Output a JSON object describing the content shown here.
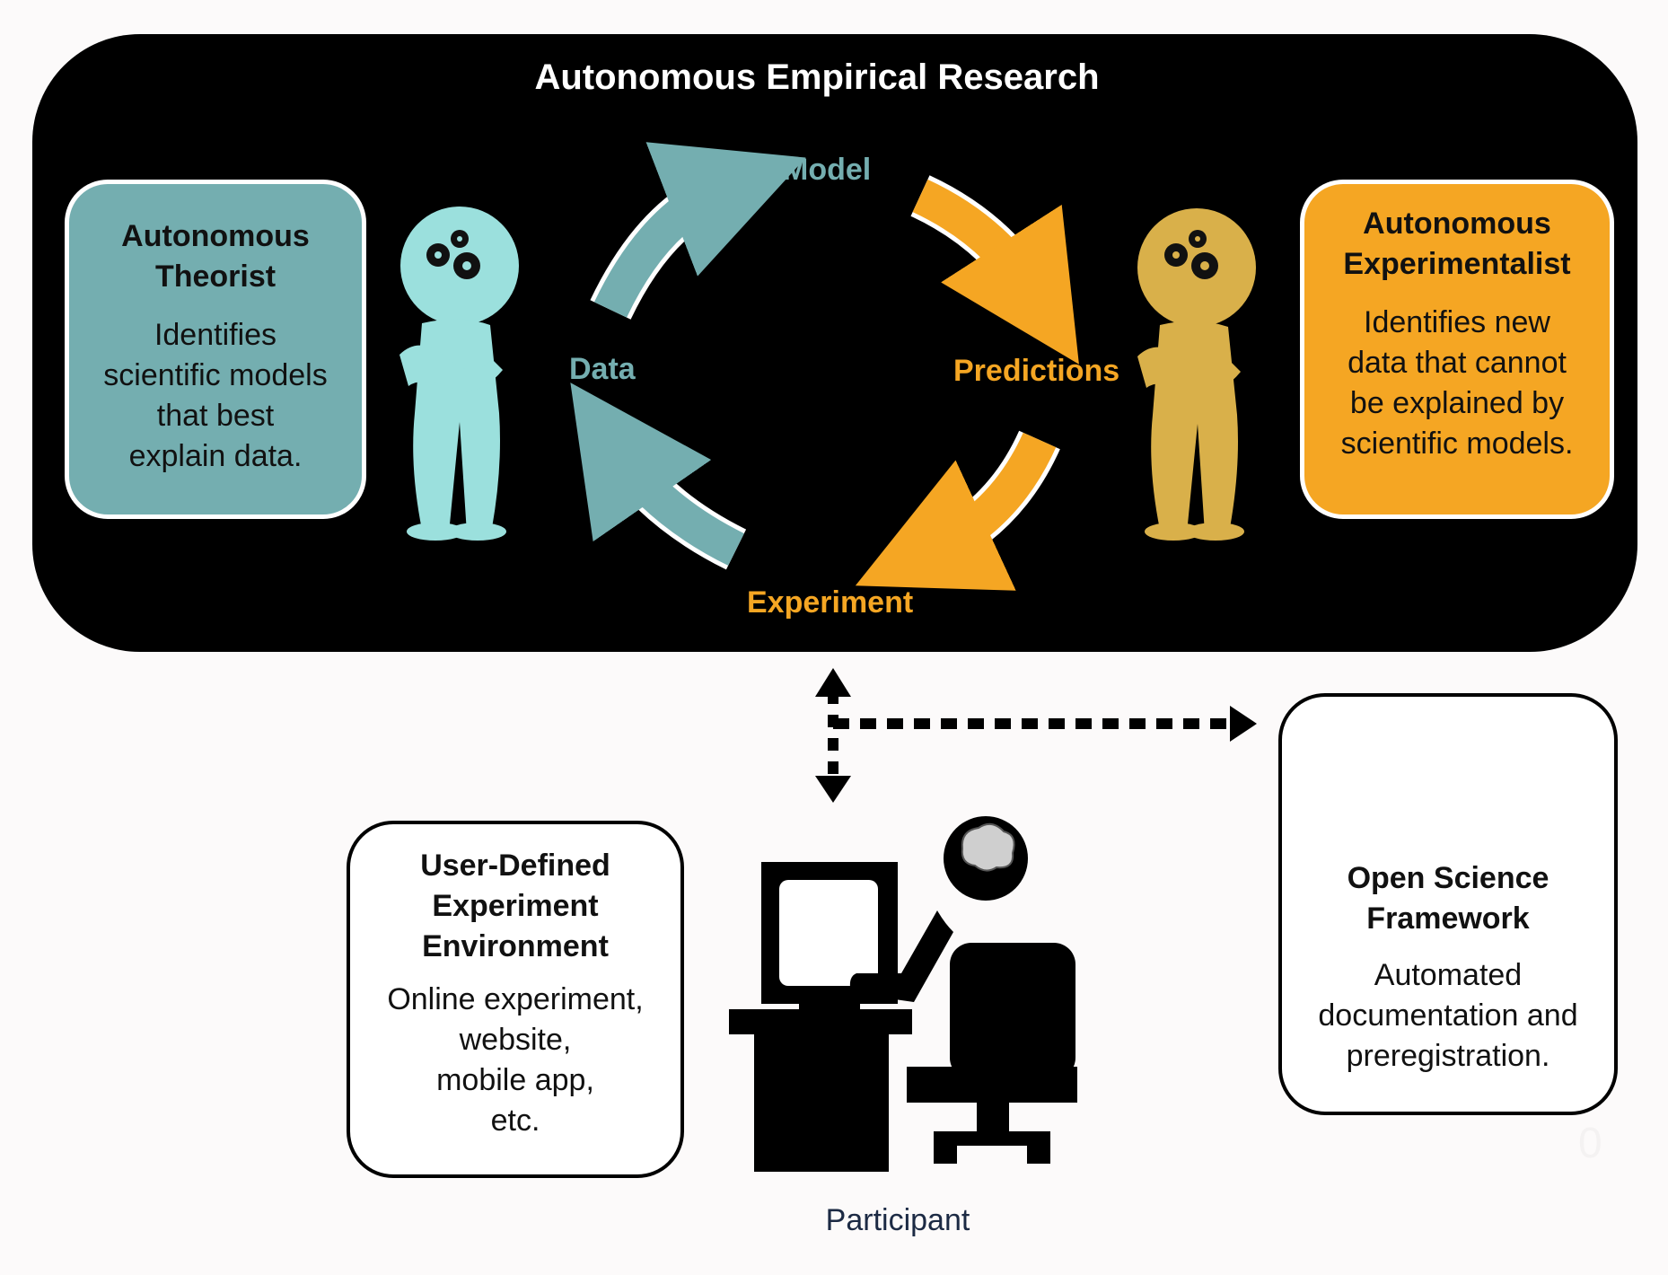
{
  "title": "Autonomous Empirical Research",
  "theorist": {
    "heading_line1": "Autonomous",
    "heading_line2": "Theorist",
    "body": [
      "Identifies",
      "scientific models",
      "that best",
      "explain data."
    ]
  },
  "experimentalist": {
    "heading_line1": "Autonomous",
    "heading_line2": "Experimentalist",
    "body": [
      "Identifies new",
      "data that cannot",
      "be explained by",
      "scientific models."
    ]
  },
  "cycle": {
    "model": "Model",
    "predictions": "Predictions",
    "experiment": "Experiment",
    "data": "Data"
  },
  "environment": {
    "heading": [
      "User-Defined",
      "Experiment",
      "Environment"
    ],
    "body": [
      "Online experiment,",
      "website,",
      "mobile app,",
      "etc."
    ]
  },
  "osf": {
    "heading": [
      "Open Science",
      "Framework"
    ],
    "body": [
      "Automated",
      "documentation and",
      "preregistration."
    ]
  },
  "participant_label": "Participant",
  "stray_mark": "0",
  "colors": {
    "teal": "#74aeb0",
    "orange": "#f5a623",
    "figure_teal": "#9be0dd",
    "figure_gold": "#d9b04a",
    "osf_blue": "#3bb4e8"
  },
  "icons": {
    "theorist_figure": "thinking-person-gears-icon",
    "experimentalist_figure": "thinking-person-gears-icon",
    "participant": "person-at-computer-icon",
    "osf_logo": "osf-logo-icon"
  }
}
